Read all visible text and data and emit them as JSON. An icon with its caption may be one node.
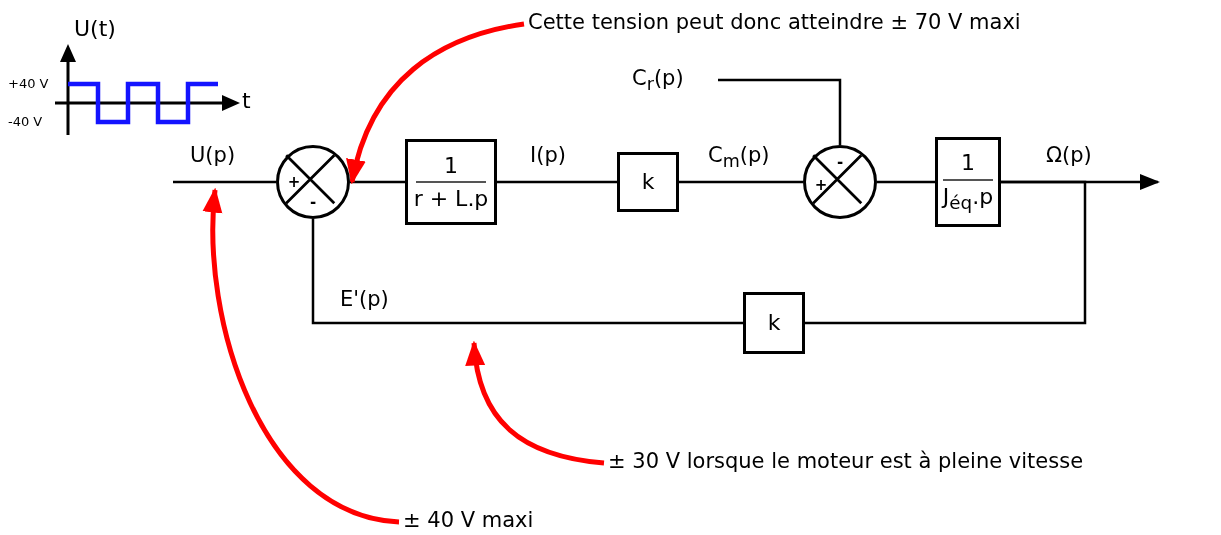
{
  "diagram": {
    "nodes": [
      {
        "text": [
          "+",
          "-"
        ]
      },
      {
        "text": [
          "1",
          "r + L.p"
        ]
      },
      {
        "text": [
          "k"
        ]
      },
      {
        "text": [
          "+",
          "-"
        ]
      },
      {
        "text": [
          "1",
          "J$_{éq}$.p"
        ]
      },
      {
        "text": [
          "k"
        ]
      },
      {
        "text": [
          "C$_{r}$(p)"
        ]
      },
      {
        "text": [
          "Cette tension peut donc atteindre ± 70 V maxi"
        ]
      },
      {
        "text": [
          "± 40 V maxi"
        ]
      },
      {
        "text": [
          "± 30 V lorsque le moteur est à pleine vitesse"
        ]
      }
    ],
    "edges": [
      {
        "from": null,
        "to": 0,
        "arrow": "none",
        "label": "U(p)"
      },
      {
        "from": 0,
        "to": 1,
        "arrow": "none"
      },
      {
        "from": 1,
        "to": 2,
        "arrow": "none",
        "label": "I(p)"
      },
      {
        "from": 2,
        "to": 3,
        "arrow": "none",
        "label": "C$_{m}$(p)"
      },
      {
        "from": 6,
        "to": 3,
        "arrow": "none"
      },
      {
        "from": 3,
        "to": 4,
        "arrow": "none"
      },
      {
        "from": 4,
        "to": null,
        "arrow": "to",
        "label": "Ω(p)"
      },
      {
        "from": 4,
        "to": 5,
        "arrow": "none"
      },
      {
        "from": 5,
        "to": 0,
        "arrow": "none",
        "label": "E'(p)"
      },
      {
        "from": 7,
        "to": 0,
        "arrow": "to",
        "style": "thick",
        "color": "#ff0000"
      },
      {
        "from": 8,
        "to": null,
        "arrow": "to",
        "style": "thick",
        "color": "#ff0000"
      },
      {
        "from": 9,
        "to": null,
        "arrow": "to",
        "style": "thick",
        "color": "#ff0000"
      }
    ],
    "labels": [
      "U(t)",
      "+40 V",
      "-40 V",
      "t"
    ]
  }
}
